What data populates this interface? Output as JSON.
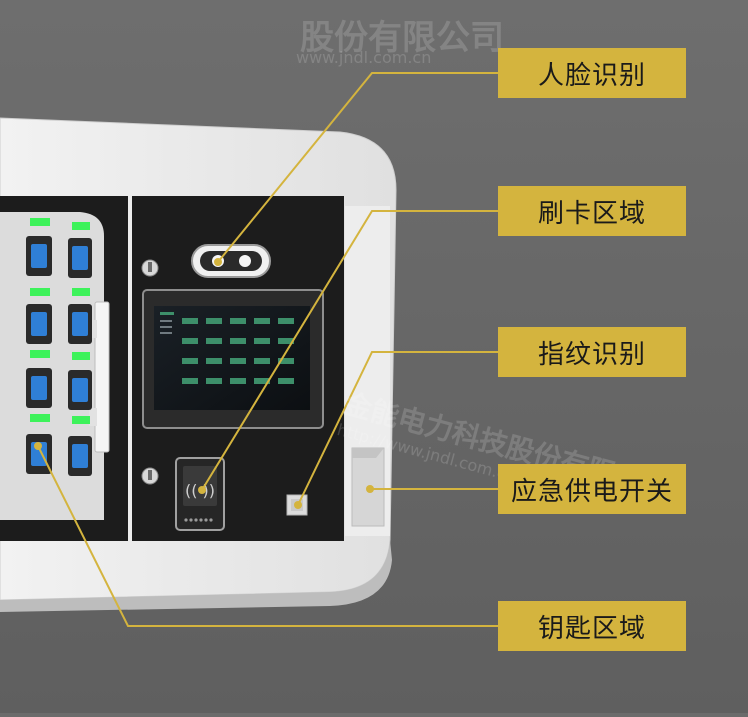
{
  "watermark": {
    "top_text": "股份有限公司",
    "top_url": "www.jndl.com.cn",
    "mid_text": "金能电力科技股份有限",
    "mid_url": "http://www.jndl.com.c"
  },
  "callouts": [
    {
      "label": "人脸识别"
    },
    {
      "label": "刷卡区域"
    },
    {
      "label": "指纹识别"
    },
    {
      "label": "应急供电开关"
    },
    {
      "label": "钥匙区域"
    }
  ],
  "colors": {
    "background": "#6b6b6b",
    "accent": "#d4b43e",
    "cabinet_shell": "#ececec",
    "panel": "#1c1c1c",
    "led_green": "#3df25a",
    "slot_blue": "#2f7fd6"
  }
}
